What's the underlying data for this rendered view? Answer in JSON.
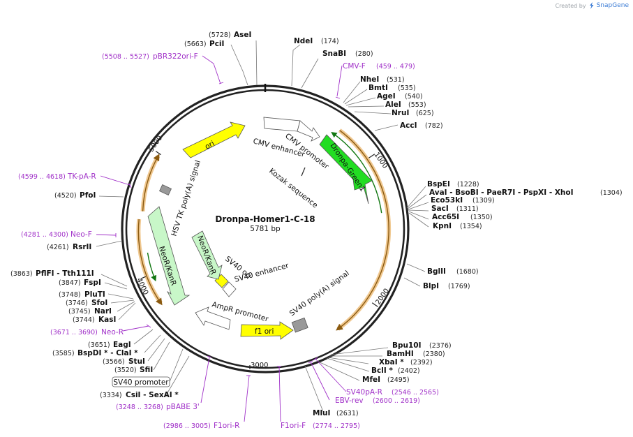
{
  "branding": {
    "created_by": "Created by",
    "app": "SnapGene",
    "icon": "snapgene-logo-icon"
  },
  "plasmid": {
    "name": "Dronpa-Homer1-C-18",
    "size": "5781 bp"
  },
  "ticks": [
    "1000",
    "2000",
    "3000",
    "4000",
    "5000"
  ],
  "enzymes": [
    {
      "name": "AseI",
      "pos": "(5728)"
    },
    {
      "name": "PciI",
      "pos": "(5663)"
    },
    {
      "name": "NdeI",
      "pos": "(174)"
    },
    {
      "name": "SnaBI",
      "pos": "(280)"
    },
    {
      "name": "NheI",
      "pos": "(531)"
    },
    {
      "name": "BmtI",
      "pos": "(535)"
    },
    {
      "name": "AgeI",
      "pos": "(540)"
    },
    {
      "name": "AleI",
      "pos": "(553)"
    },
    {
      "name": "NruI",
      "pos": "(625)"
    },
    {
      "name": "AccI",
      "pos": "(782)"
    },
    {
      "name": "BspEI",
      "pos": "(1228)"
    },
    {
      "name": "AvaI - BsoBI - PaeR7I - PspXI - XhoI",
      "pos": "(1304)"
    },
    {
      "name": "Eco53kI",
      "pos": "(1309)"
    },
    {
      "name": "SacI",
      "pos": "(1311)"
    },
    {
      "name": "Acc65I",
      "pos": "(1350)"
    },
    {
      "name": "KpnI",
      "pos": "(1354)"
    },
    {
      "name": "BglII",
      "pos": "(1680)"
    },
    {
      "name": "BlpI",
      "pos": "(1769)"
    },
    {
      "name": "Bpu10I",
      "pos": "(2376)"
    },
    {
      "name": "BamHI",
      "pos": "(2380)"
    },
    {
      "name": "XbaI *",
      "pos": "(2392)"
    },
    {
      "name": "BclI *",
      "pos": "(2402)"
    },
    {
      "name": "MfeI",
      "pos": "(2495)"
    },
    {
      "name": "MluI",
      "pos": "(2631)"
    },
    {
      "name": "PfoI",
      "pos": "(4520)"
    },
    {
      "name": "RsrII",
      "pos": "(4261)"
    },
    {
      "name": "PflFI - Tth111I",
      "pos": "(3863)"
    },
    {
      "name": "FspI",
      "pos": "(3847)"
    },
    {
      "name": "PluTI",
      "pos": "(3748)"
    },
    {
      "name": "SfoI",
      "pos": "(3746)"
    },
    {
      "name": "NarI",
      "pos": "(3745)"
    },
    {
      "name": "KasI",
      "pos": "(3744)"
    },
    {
      "name": "EagI",
      "pos": "(3651)"
    },
    {
      "name": "BspDI * - ClaI *",
      "pos": "(3585)"
    },
    {
      "name": "StuI",
      "pos": "(3566)"
    },
    {
      "name": "SfiI",
      "pos": "(3520)"
    },
    {
      "name": "CsiI - SexAI *",
      "pos": "(3334)"
    }
  ],
  "primers": [
    {
      "name": "pBR322ori-F",
      "pos": "(5508 .. 5527)"
    },
    {
      "name": "CMV-F",
      "pos": "(459 .. 479)"
    },
    {
      "name": "TK-pA-R",
      "pos": "(4599 .. 4618)"
    },
    {
      "name": "Neo-F",
      "pos": "(4281 .. 4300)"
    },
    {
      "name": "Neo-R",
      "pos": "(3671 .. 3690)"
    },
    {
      "name": "pBABE 3'",
      "pos": "(3248 .. 3268)"
    },
    {
      "name": "F1ori-R",
      "pos": "(2986 .. 3005)"
    },
    {
      "name": "F1ori-F",
      "pos": "(2774 .. 2795)"
    },
    {
      "name": "EBV-rev",
      "pos": "(2600 .. 2619)"
    },
    {
      "name": "SV40pA-R",
      "pos": "(2546 .. 2565)"
    }
  ],
  "features": [
    {
      "name": "CMV enhancer"
    },
    {
      "name": "CMV promoter"
    },
    {
      "name": "Dronpa-Green1"
    },
    {
      "name": "Kozak sequence"
    },
    {
      "name": "SV40 poly(A) signal"
    },
    {
      "name": "f1 ori"
    },
    {
      "name": "AmpR promoter"
    },
    {
      "name": "SV40 ori"
    },
    {
      "name": "SV40 enhancer"
    },
    {
      "name": "NeoR/KanR"
    },
    {
      "name": "NeoR/KanR"
    },
    {
      "name": "HSV TK poly(A) signal"
    },
    {
      "name": "ori"
    }
  ],
  "promoter_box": "SV40 promoter",
  "colors": {
    "backbone": "#222222",
    "primer": "#a030c8",
    "ori": "#ffff00",
    "gfp": "#22dd22",
    "neo": "#c8f7c8",
    "orf_orange": "#f0c890",
    "orf_dark": "#8a5a10",
    "small_feature": "#999999"
  }
}
